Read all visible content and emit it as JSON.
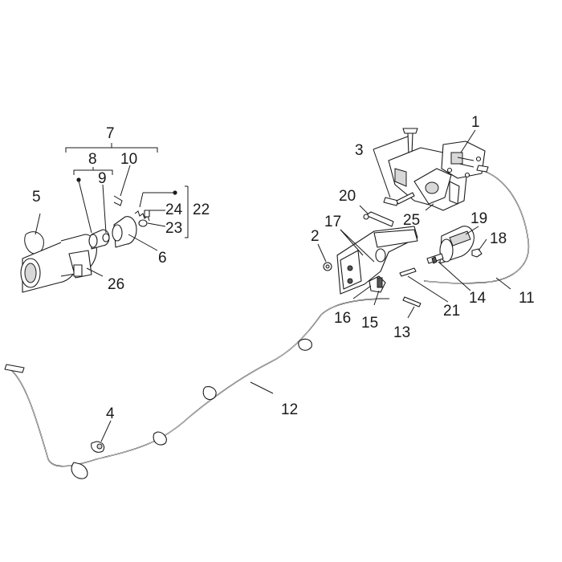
{
  "diagram": {
    "labels": {
      "l1": "1",
      "l2": "2",
      "l3": "3",
      "l4": "4",
      "l5": "5",
      "l6": "6",
      "l7": "7",
      "l8": "8",
      "l9": "9",
      "l10": "10",
      "l11": "11",
      "l12": "12",
      "l13": "13",
      "l14": "14",
      "l15": "15",
      "l16": "16",
      "l17": "17",
      "l18": "18",
      "l19": "19",
      "l20": "20",
      "l21": "21",
      "l22": "22",
      "l23": "23",
      "l24": "24",
      "l25": "25",
      "l26": "26"
    }
  }
}
